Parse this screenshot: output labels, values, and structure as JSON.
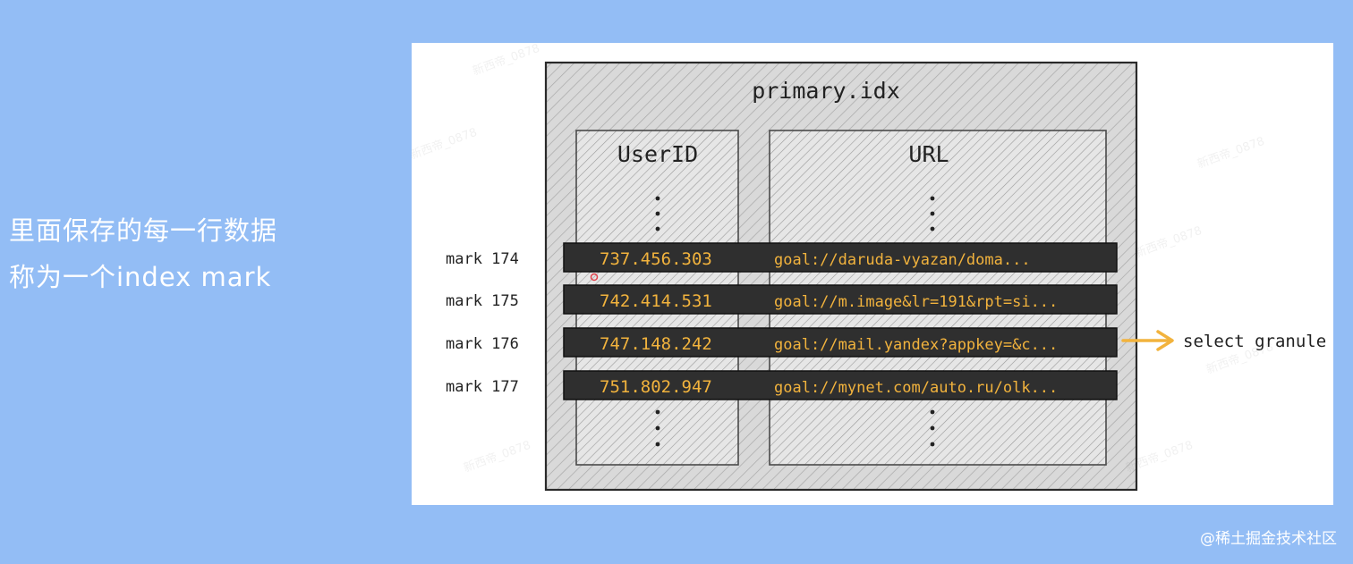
{
  "caption": {
    "line1": "里面保存的每一行数据",
    "line2": "称为一个index mark"
  },
  "diagram": {
    "title": "primary.idx",
    "column_left": "UserID",
    "column_right": "URL",
    "rows": [
      {
        "mark": "mark 174",
        "user_id": "737.456.303",
        "url": "goal://daruda-vyazan/doma..."
      },
      {
        "mark": "mark 175",
        "user_id": "742.414.531",
        "url": "goal://m.image&lr=191&rpt=si..."
      },
      {
        "mark": "mark 176",
        "user_id": "747.148.242",
        "url": "goal://mail.yandex?appkey=&c..."
      },
      {
        "mark": "mark 177",
        "user_id": "751.802.947",
        "url": "goal://mynet.com/auto.ru/olk..."
      }
    ],
    "arrow_label": "select granule",
    "highlight_color": "#f2b33d",
    "row_color": "#2f2f2f",
    "watermark": "新西帝_0878"
  },
  "footer": "@稀土掘金技术社区"
}
